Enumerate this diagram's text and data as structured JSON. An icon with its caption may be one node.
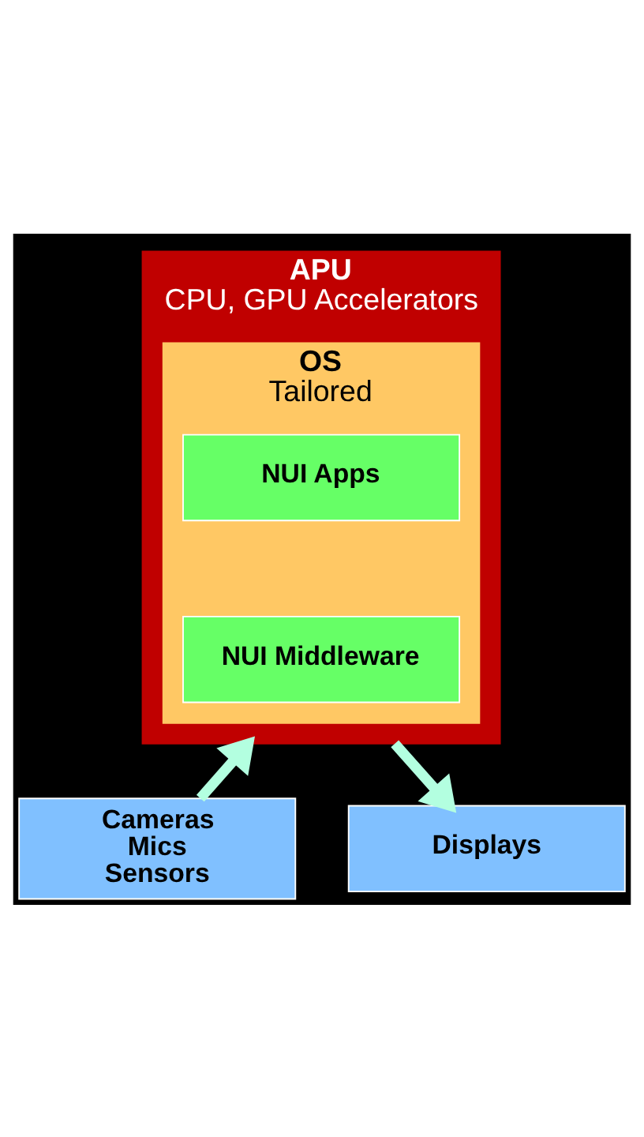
{
  "diagram": {
    "nodes": [
      {
        "text": [
          "APU",
          "CPU, GPU Accelerators"
        ]
      },
      {
        "text": [
          "OS",
          "Tailored"
        ],
        "in": 0
      },
      {
        "text": [
          "NUI Apps"
        ],
        "in": 1
      },
      {
        "text": [
          "NUI Middleware"
        ],
        "in": 1
      },
      {
        "text": [
          "Cameras Mics Sensors"
        ]
      },
      {
        "text": [
          "Displays"
        ]
      }
    ],
    "edges": [
      {
        "from": 4,
        "to": 0,
        "arrow": "to"
      },
      {
        "from": 0,
        "to": 5,
        "arrow": "to"
      }
    ]
  }
}
